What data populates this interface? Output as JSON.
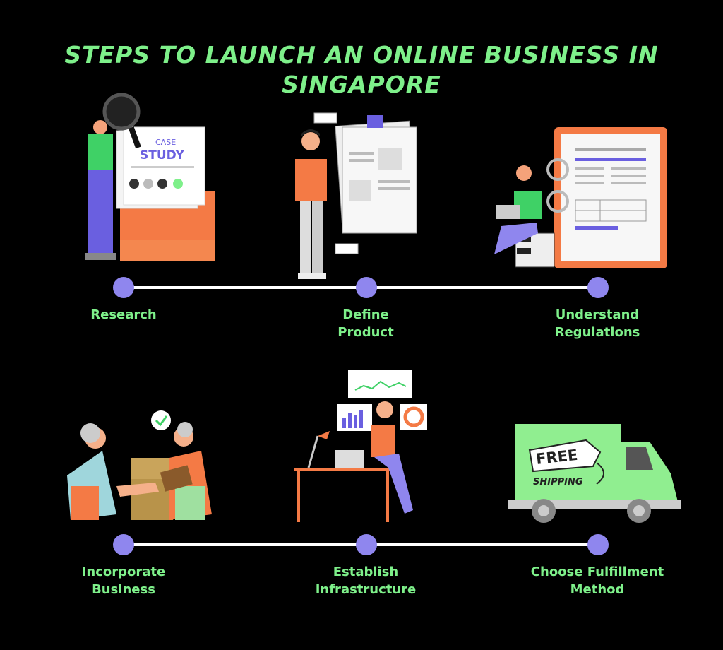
{
  "title": {
    "line1": "STEPS TO LAUNCH AN ONLINE BUSINESS IN",
    "line2": "SINGAPORE"
  },
  "steps_row1": [
    {
      "line1": "Research",
      "line2": ""
    },
    {
      "line1": "Define",
      "line2": "Product"
    },
    {
      "line1": "Understand",
      "line2": "Regulations"
    }
  ],
  "steps_row2": [
    {
      "line1": "Incorporate",
      "line2": "Business"
    },
    {
      "line1": "Establish",
      "line2": "Infrastructure"
    },
    {
      "line1": "Choose Fulfillment",
      "line2": "Method"
    }
  ],
  "illustrations": {
    "case_study_line1": "CASE",
    "case_study_line2": "STUDY",
    "truck_free": "FREE",
    "truck_shipping": "SHIPPING"
  },
  "colors": {
    "accent_green": "#7ef08a",
    "dot_purple": "#8f86ee",
    "orange": "#f47a45"
  }
}
